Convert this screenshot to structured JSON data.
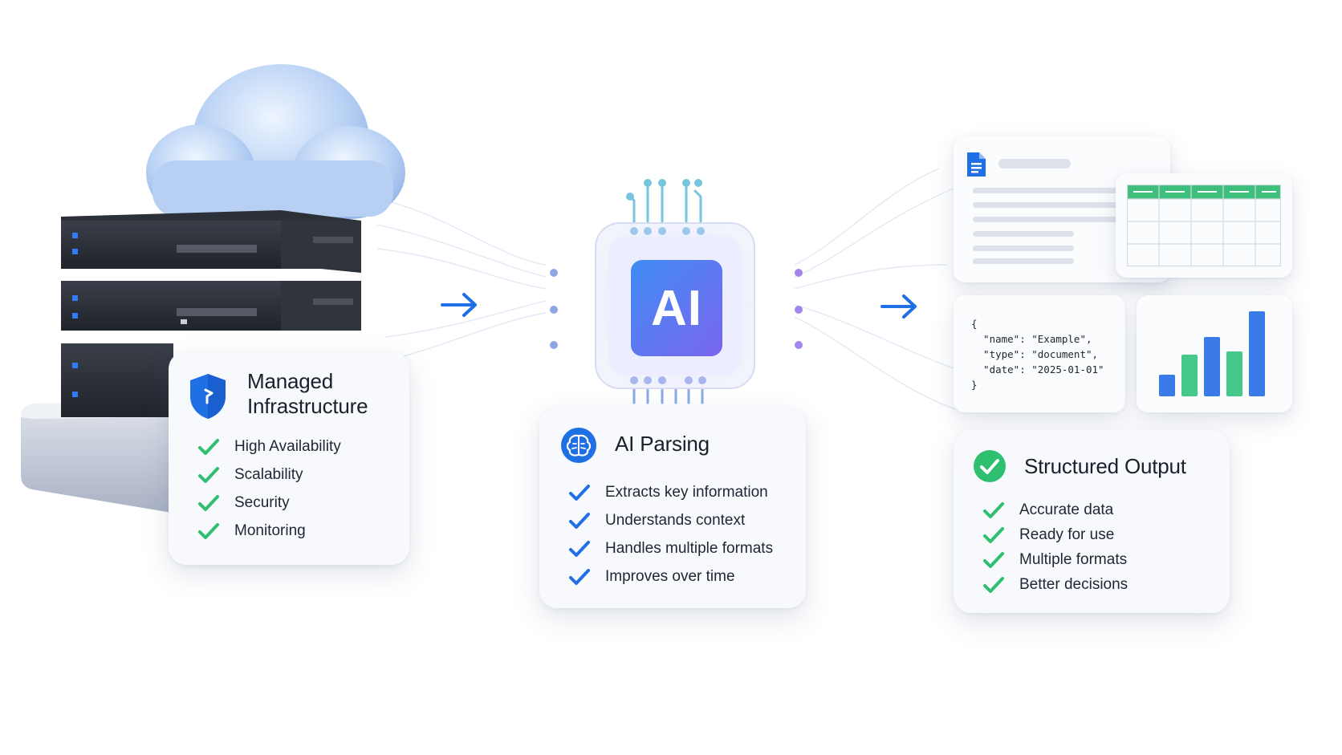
{
  "stages": [
    {
      "title": "Managed Infrastructure",
      "title_lines": [
        "Managed",
        "Infrastructure"
      ],
      "items": [
        "High Availability",
        "Scalability",
        "Security",
        "Monitoring"
      ]
    },
    {
      "title": "AI Parsing",
      "chip_label": "AI",
      "items": [
        "Extracts key information",
        "Understands context",
        "Handles multiple formats",
        "Improves over time"
      ]
    },
    {
      "title": "Structured Output",
      "items": [
        "Accurate data",
        "Ready for use",
        "Multiple formats",
        "Better decisions"
      ],
      "json_sample": "{\n  \"name\": \"Example\",\n  \"type\": \"document\",\n  \"date\": \"2025-01-01\"\n}"
    }
  ],
  "icons": {
    "stage1": "shield-icon",
    "stage2": "brain-icon",
    "stage3": "check-circle-icon",
    "document": "document-icon",
    "arrow": "arrow-right-icon",
    "check": "checkmark-icon"
  },
  "colors": {
    "accent_blue": "#1f6fe5",
    "check_green": "#2fbf71",
    "chip_gradient_start": "#3f8cf5",
    "chip_gradient_end": "#7a66ee",
    "sheet_header_green": "#3fbf7c",
    "bar_blue": "#3b7be8",
    "bar_green": "#45c98a"
  }
}
